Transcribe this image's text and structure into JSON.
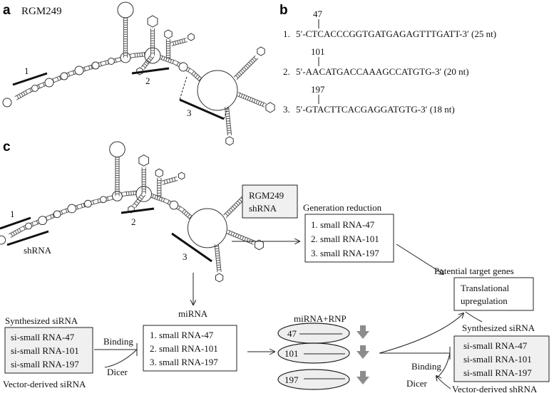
{
  "panels": {
    "a": "a",
    "b": "b",
    "c": "c"
  },
  "panel_a": {
    "title": "RGM249",
    "region_labels": [
      "1",
      "2",
      "3"
    ]
  },
  "panel_b": {
    "sequences": [
      {
        "index": "1.",
        "position": "47",
        "sequence": "5′-CTCACCCGGTGATGAGAGTTTGATT-3′ (25 nt)"
      },
      {
        "index": "2.",
        "position": "101",
        "sequence": "5′-AACATGACCAAAGCCATGTG-3′ (20 nt)"
      },
      {
        "index": "3.",
        "position": "197",
        "sequence": "5′-GTACTTCACGAGGATGTG-3′ (18 nt)"
      }
    ]
  },
  "panel_c": {
    "region_labels": [
      "1",
      "2",
      "3"
    ],
    "shrna_label": "shRNA",
    "rgm_box": [
      "RGM249",
      "shRNA"
    ],
    "generation_title": "Generation reduction",
    "generation_items": [
      "1. small RNA-47",
      "2. small RNA-101",
      "3. small RNA-197"
    ],
    "target_title": "Potential target genes",
    "target_box": [
      "Translational",
      "upregulation"
    ],
    "left_title": "Synthesized siRNA",
    "left_items": [
      "si-small RNA-47",
      "si-small RNA-101",
      "si-small RNA-197"
    ],
    "left_binding": "Binding",
    "left_dicer": "Dicer",
    "left_vector": "Vector-derived siRNA",
    "mirna_title": "miRNA",
    "mirna_items": [
      "1. small RNA-47",
      "2. small RNA-101",
      "3. small RNA-197"
    ],
    "rnp_title": "miRNA+RNP",
    "rnp_items": [
      "47",
      "101",
      "197"
    ],
    "right_title": "Synthesized siRNA",
    "right_items": [
      "si-small RNA-47",
      "si-small RNA-101",
      "si-small RNA-197"
    ],
    "right_binding": "Binding",
    "right_dicer": "Dicer",
    "right_vector": "Vector-derived shRNA"
  }
}
